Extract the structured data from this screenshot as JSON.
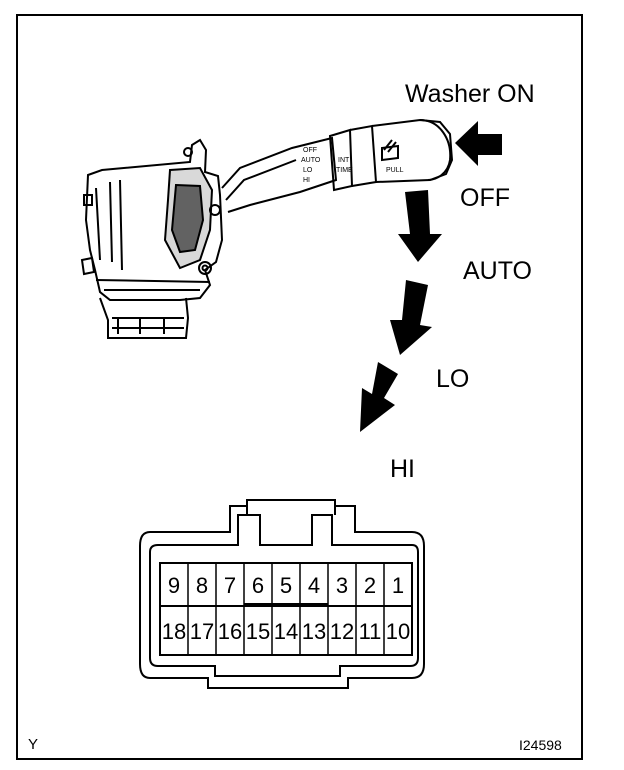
{
  "labels": {
    "washer_on": "Washer ON",
    "off": "OFF",
    "auto": "AUTO",
    "lo": "LO",
    "hi": "HI"
  },
  "stalk_markings": {
    "off": "OFF",
    "auto": "AUTO",
    "lo": "LO",
    "hi": "HI",
    "int": "INT",
    "time": "TIME",
    "pull": "PULL"
  },
  "connector": {
    "top_row": [
      "9",
      "8",
      "7",
      "6",
      "5",
      "4",
      "3",
      "2",
      "1"
    ],
    "bottom_row": [
      "18",
      "17",
      "16",
      "15",
      "14",
      "13",
      "12",
      "11",
      "10"
    ]
  },
  "footer": {
    "left_code": "Y",
    "figure_id": "I24598"
  }
}
